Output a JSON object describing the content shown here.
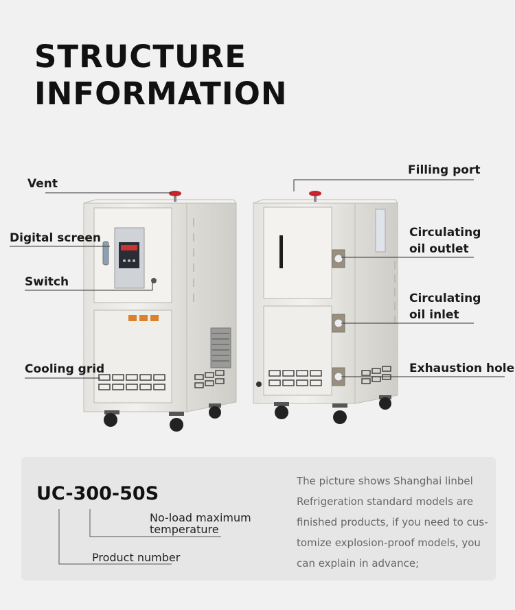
{
  "title": {
    "line1": "STRUCTURE",
    "line2": "INFORMATION"
  },
  "labels": {
    "vent": "Vent",
    "digital_screen": "Digital screen",
    "switch": "Switch",
    "cooling_grid": "Cooling grid",
    "filling_port": "Filling port",
    "circulating_oil_outlet": [
      "Circulating",
      "oil outlet"
    ],
    "circulating_oil_inlet": [
      "Circulating",
      "oil inlet"
    ],
    "exhaustion_hole": "Exhaustion hole"
  },
  "model": {
    "code": "UC-300-50S",
    "annotation_temperature": [
      "No-load maximum",
      "temperature"
    ],
    "annotation_product": "Product number"
  },
  "description": [
    "The picture shows Shanghai linbel",
    "Refrigeration standard models are",
    "finished products, if you need to cus-",
    "tomize explosion-proof models, you",
    "can explain in advance;"
  ],
  "colors": {
    "background": "#f1f1f1",
    "panel": "#e6e6e6",
    "machine_body": "#ecebe7",
    "valve": "#c8232c"
  }
}
